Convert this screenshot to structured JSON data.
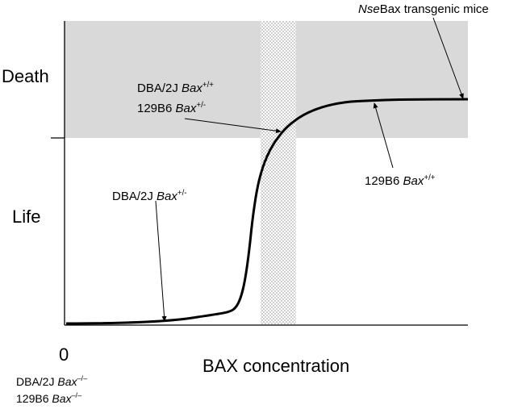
{
  "chart_data": {
    "type": "line",
    "xlabel": "BAX concentration",
    "x_origin_label": "0",
    "regions": [
      {
        "label": "Death",
        "shaded": true
      },
      {
        "label": "Life",
        "shaded": false
      }
    ],
    "threshold_band": {
      "style": "dotted"
    },
    "curve": {
      "shape": "sigmoid",
      "color": "#000000"
    },
    "annotations": [
      {
        "id": "nse",
        "parts": [
          {
            "text": "Nse",
            "italic": true
          },
          {
            "text": "Bax transgenic mice",
            "italic": false
          }
        ]
      },
      {
        "id": "dba-wt",
        "line1": [
          {
            "text": "DBA/2J ",
            "italic": false
          },
          {
            "text": "Bax",
            "italic": true
          },
          {
            "text": "+/+",
            "sup": true
          }
        ],
        "line2": [
          {
            "text": "129B6 ",
            "italic": false
          },
          {
            "text": "Bax",
            "italic": true
          },
          {
            "text": "+/-",
            "sup": true
          }
        ]
      },
      {
        "id": "b6-wt",
        "parts": [
          {
            "text": "129B6 ",
            "italic": false
          },
          {
            "text": "Bax",
            "italic": true
          },
          {
            "text": "+/+",
            "sup": true
          }
        ]
      },
      {
        "id": "dba-het",
        "parts": [
          {
            "text": "DBA/2J ",
            "italic": false
          },
          {
            "text": "Bax",
            "italic": true
          },
          {
            "text": "+/-",
            "sup": true
          }
        ]
      },
      {
        "id": "null",
        "line1": [
          {
            "text": "DBA/2J ",
            "italic": false
          },
          {
            "text": "Bax",
            "italic": true
          },
          {
            "text": "–/–",
            "sup": true
          }
        ],
        "line2": [
          {
            "text": "129B6 ",
            "italic": false
          },
          {
            "text": "Bax",
            "italic": true
          },
          {
            "text": "–/–",
            "sup": true
          }
        ]
      }
    ]
  }
}
